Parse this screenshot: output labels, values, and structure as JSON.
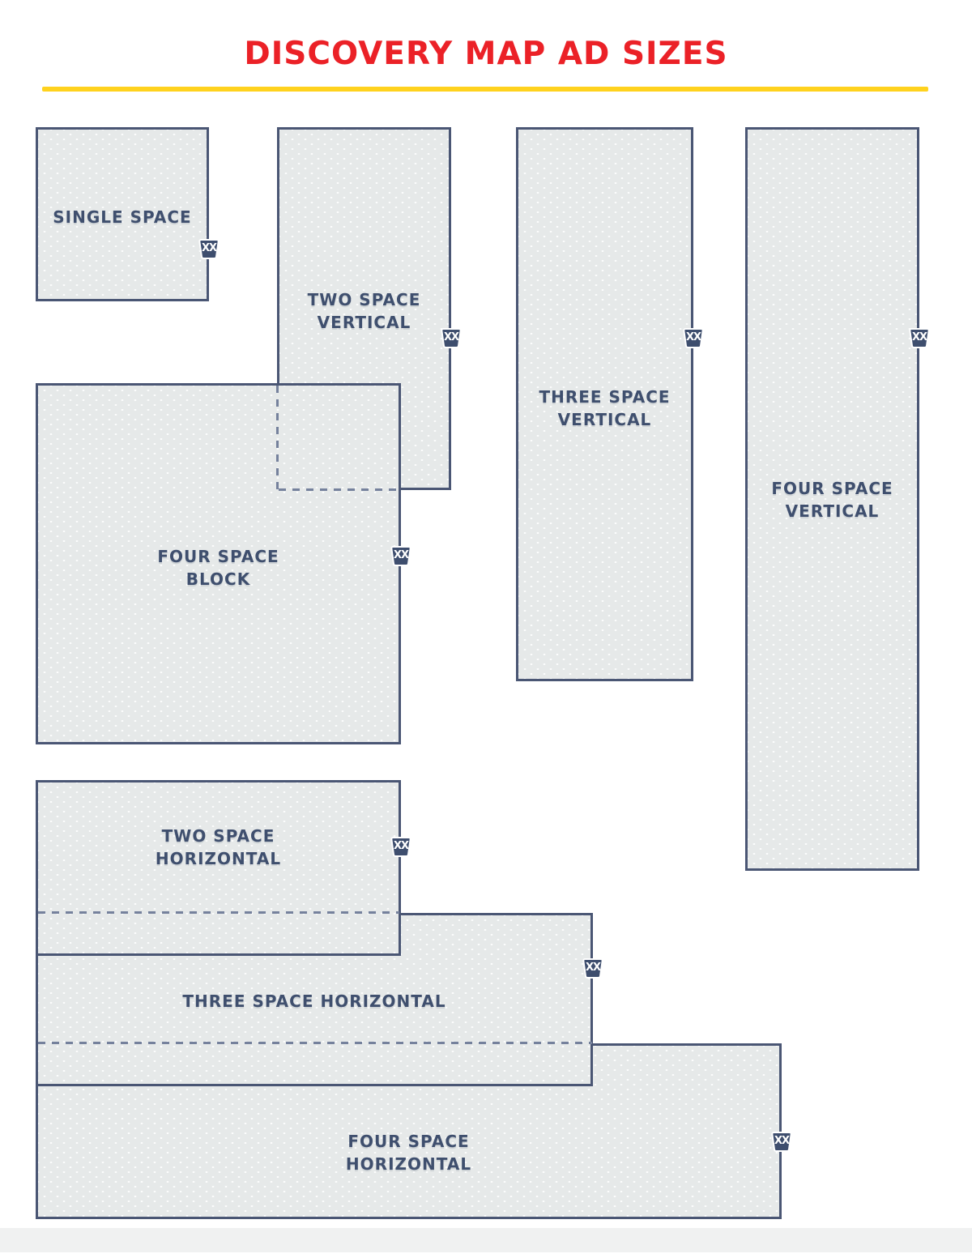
{
  "title": "DISCOVERY MAP AD SIZES",
  "colors": {
    "title_red": "#EB2127",
    "rule_yellow": "#FFD21E",
    "label_navy": "#3F4F6E",
    "box_border": "#4A5674",
    "box_fill": "#E6E9E9",
    "dash": "#75819C"
  },
  "boxes": [
    {
      "id": "single-space",
      "line1": "SINGLE SPACE",
      "line2": "",
      "badge": "XX"
    },
    {
      "id": "two-space-vertical",
      "line1": "TWO SPACE",
      "line2": "VERTICAL",
      "badge": "XX"
    },
    {
      "id": "three-space-vertical",
      "line1": "THREE SPACE",
      "line2": "VERTICAL",
      "badge": "XX"
    },
    {
      "id": "four-space-vertical",
      "line1": "FOUR SPACE",
      "line2": "VERTICAL",
      "badge": "XX"
    },
    {
      "id": "four-space-block",
      "line1": "FOUR SPACE",
      "line2": "BLOCK",
      "badge": "XX"
    },
    {
      "id": "two-space-horizontal",
      "line1": "TWO SPACE",
      "line2": "HORIZONTAL",
      "badge": "XX"
    },
    {
      "id": "three-space-horizontal",
      "line1": "THREE SPACE HORIZONTAL",
      "line2": "",
      "badge": "XX"
    },
    {
      "id": "four-space-horizontal",
      "line1": "FOUR SPACE",
      "line2": "HORIZONTAL",
      "badge": "XX"
    }
  ]
}
